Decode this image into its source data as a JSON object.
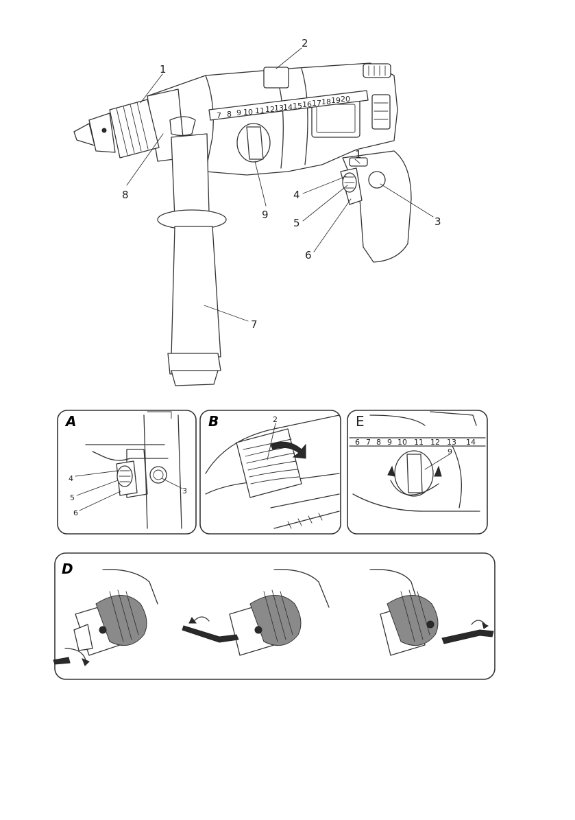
{
  "main_figure": {
    "callouts": [
      "1",
      "2",
      "1",
      "3",
      "4",
      "5",
      "6",
      "7",
      "8",
      "9"
    ],
    "scale_numbers": [
      "7",
      "8",
      "9",
      "10",
      "11",
      "12",
      "13",
      "14",
      "15",
      "16",
      "17",
      "18",
      "19",
      "20"
    ]
  },
  "panels": {
    "a": {
      "letter": "A",
      "callouts": [
        "4",
        "5",
        "6",
        "3"
      ]
    },
    "b": {
      "letter": "B",
      "callouts": [
        "2"
      ]
    },
    "e": {
      "letter": "E",
      "callouts": [
        "9"
      ],
      "scale_numbers": [
        "6",
        "7",
        "8",
        "9",
        "10",
        "11",
        "12",
        "13",
        "14"
      ]
    },
    "d": {
      "letter": "D"
    }
  },
  "colors": {
    "line": "#333333",
    "knurl": "#8a8a8a",
    "background": "#ffffff"
  }
}
